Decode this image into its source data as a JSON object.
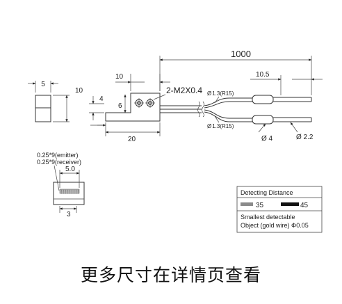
{
  "diagram": {
    "dimensions": {
      "cable_length": "1000",
      "tip_length": "10.5",
      "side_width": "5",
      "side_height": "10",
      "body_width_top": "10",
      "body_length": "20",
      "slot_depth": "4",
      "slot_height": "6",
      "screw_spec": "2-M2X0.4",
      "bend_upper": "1.3(R15)",
      "bend_lower": "1.3(R15)",
      "dia_sym": "Ø",
      "sleeve_dia": "Ø 4",
      "fiber_dia": "Ø 2.2",
      "face_width": "5.0",
      "face_gap": "3"
    },
    "lens_note": {
      "emitter": "0.25*9(emitter)",
      "receiver": "0.25*9(receiver)"
    },
    "spec_box": {
      "title": "Detecting  Distance",
      "value_gray": "35",
      "value_black": "45",
      "smallest_label": "Smallest detectable",
      "object_label": "Object (gold  wire)  Φ0.05",
      "gray_color": "#8a8a8a",
      "black_color": "#111111"
    }
  },
  "footer": {
    "text": "更多尺寸在详情页查看"
  }
}
